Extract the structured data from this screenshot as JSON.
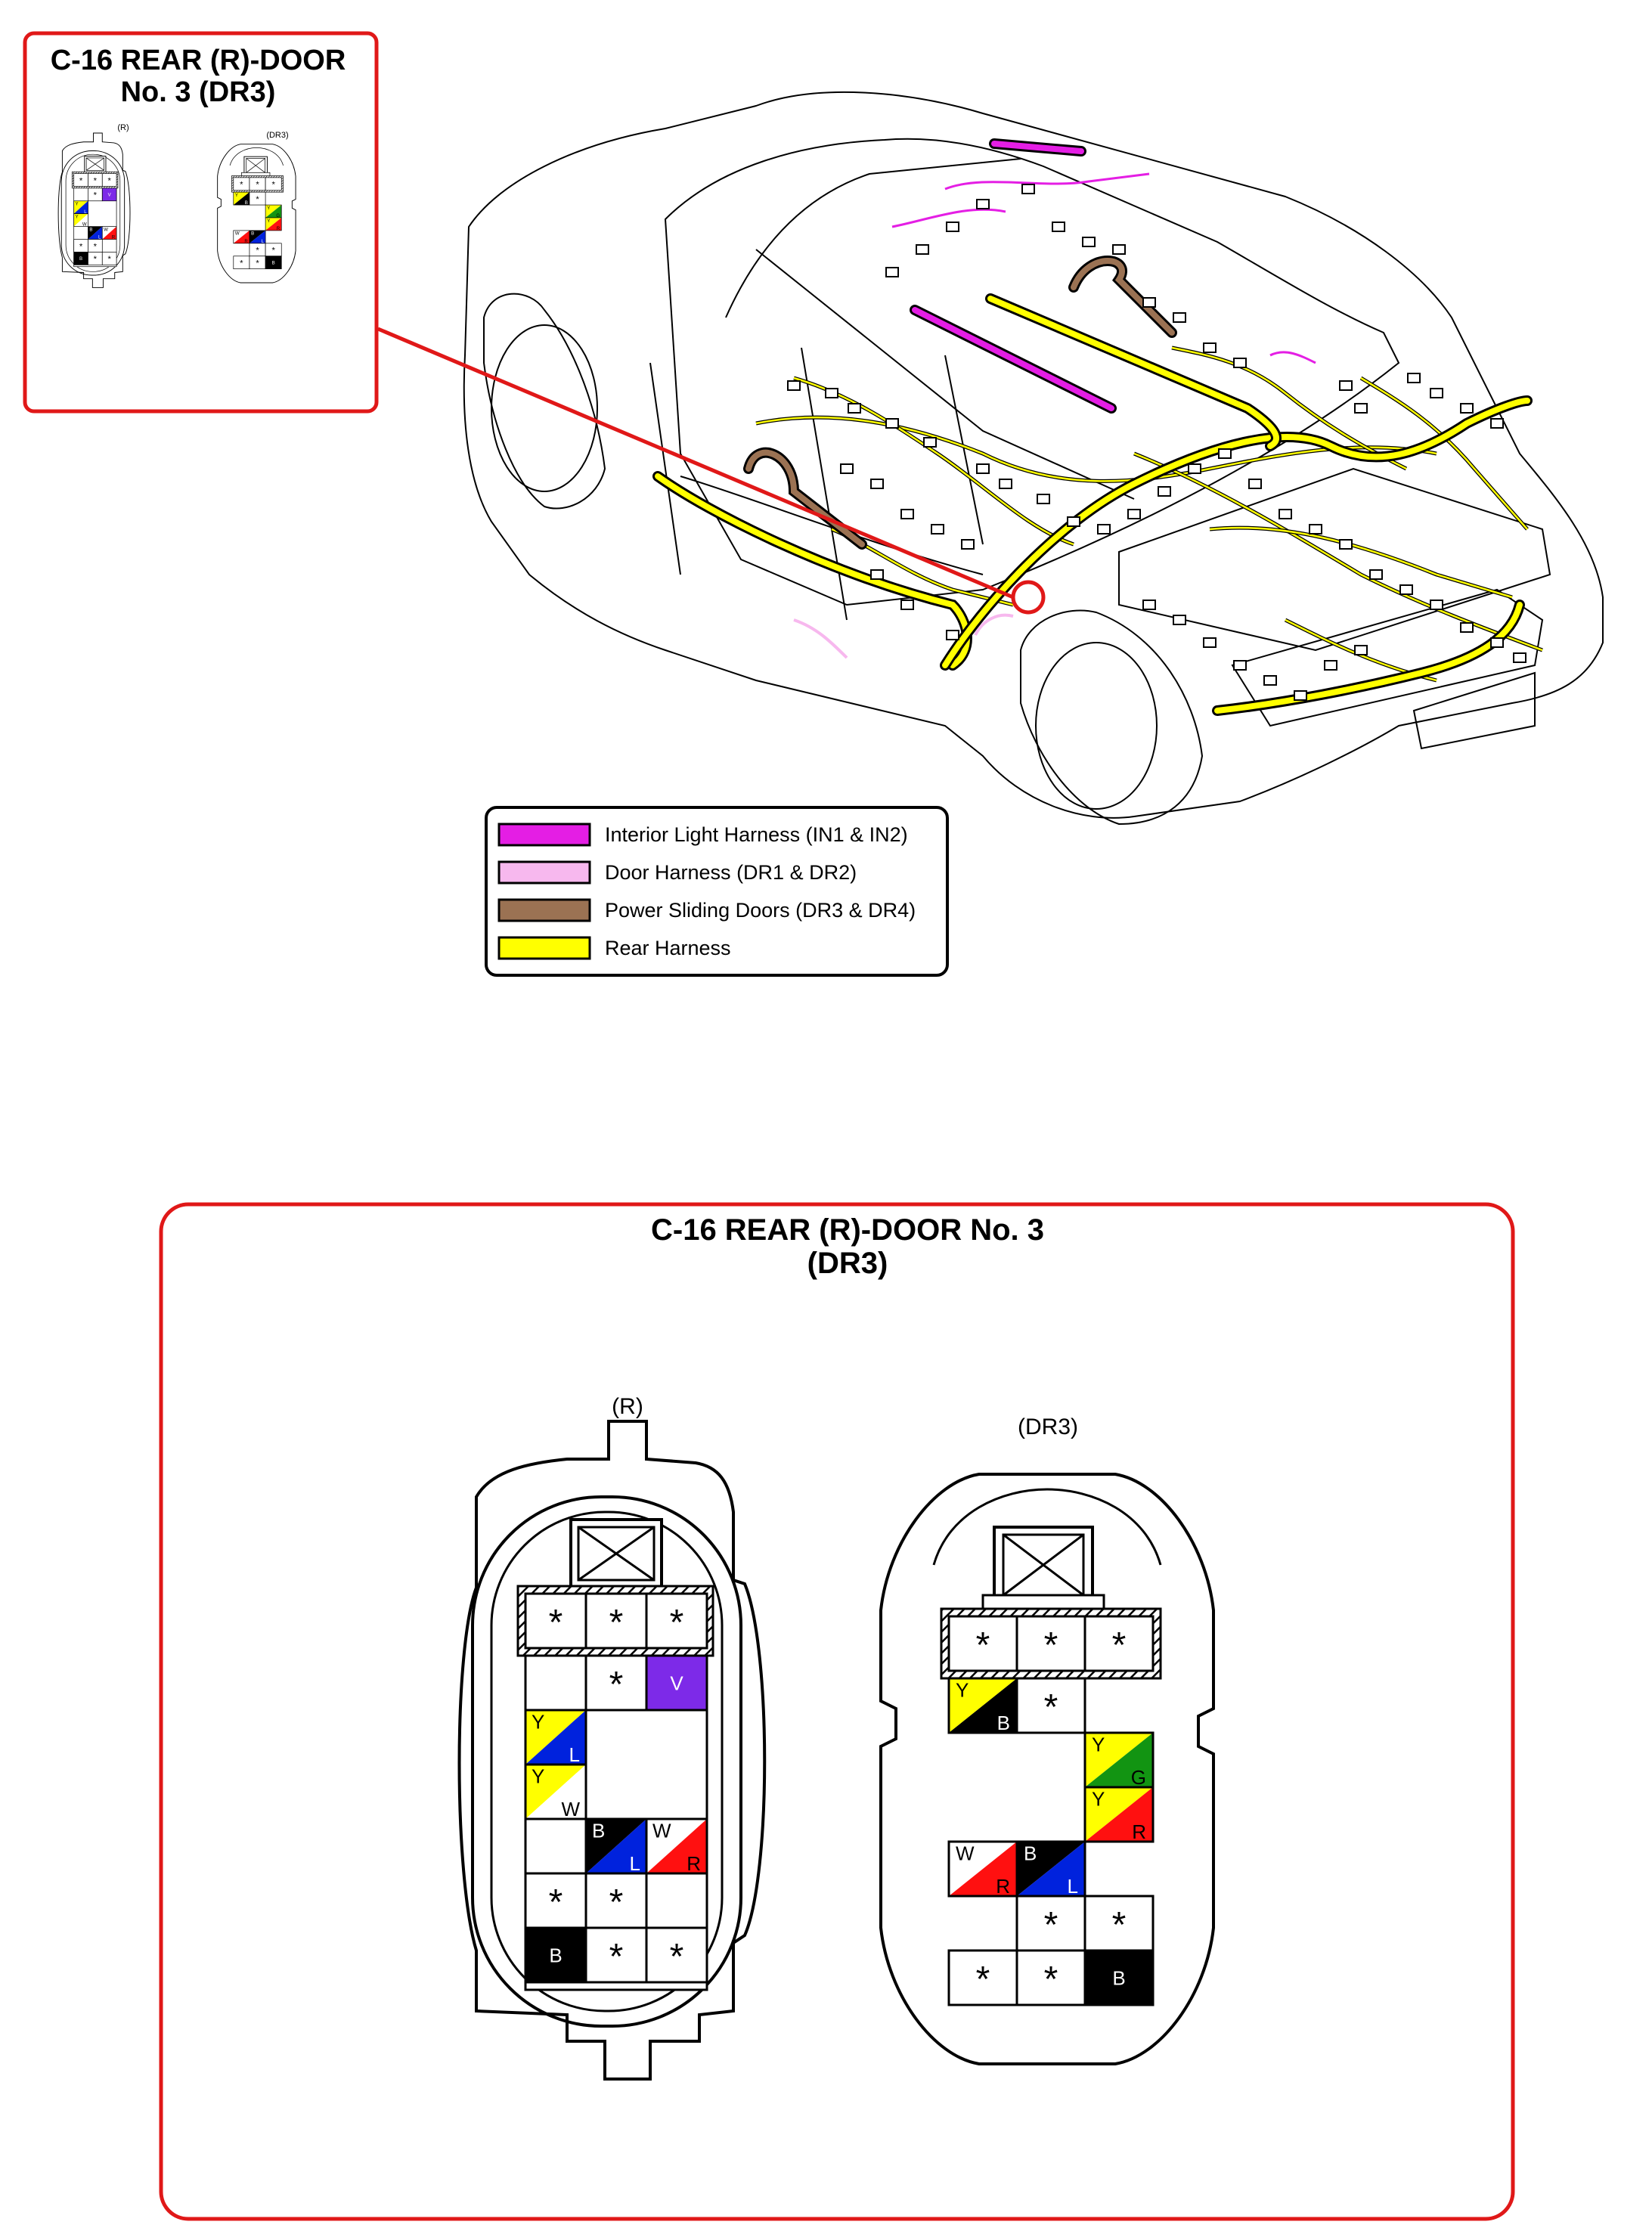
{
  "inset": {
    "title_line1": "C-16 REAR (R)-DOOR",
    "title_line2": "No. 3 (DR3)",
    "left_label": "(R)",
    "right_label": "(DR3)"
  },
  "legend": {
    "items": [
      {
        "label": "Interior Light Harness (IN1 & IN2)",
        "color": "#e41ee4"
      },
      {
        "label": "Door Harness (DR1 & DR2)",
        "color": "#f7b8ee"
      },
      {
        "label": "Power Sliding Doors (DR3 & DR4)",
        "color": "#9b7253"
      },
      {
        "label": "Rear Harness",
        "color": "#ffff00"
      }
    ]
  },
  "detail": {
    "title_line1": "C-16 REAR (R)-DOOR No. 3",
    "title_line2": "(DR3)",
    "left_label": "(R)",
    "right_label": "(DR3)"
  },
  "connector_R": {
    "cells": [
      {
        "row": 0,
        "col": 0,
        "type": "asterisk"
      },
      {
        "row": 0,
        "col": 1,
        "type": "asterisk"
      },
      {
        "row": 0,
        "col": 2,
        "type": "asterisk"
      },
      {
        "row": 1,
        "col": 1,
        "type": "asterisk"
      },
      {
        "row": 1,
        "col": 2,
        "type": "solid",
        "color": "#7d2ae8",
        "text": "V",
        "textColor": "#ffffff"
      },
      {
        "row": 2,
        "col": 0,
        "type": "split",
        "c1": "#ffff00",
        "c2": "#0022dd",
        "t1": "Y",
        "t2": "L"
      },
      {
        "row": 3,
        "col": 0,
        "type": "split",
        "c1": "#ffff00",
        "c2": "#ffffff",
        "t1": "Y",
        "t2": "W"
      },
      {
        "row": 4,
        "col": 1,
        "type": "split",
        "c1": "#000000",
        "c2": "#0022dd",
        "t1": "B",
        "t2": "L"
      },
      {
        "row": 4,
        "col": 2,
        "type": "split",
        "c1": "#ffffff",
        "c2": "#ff1010",
        "t1": "W",
        "t2": "R"
      },
      {
        "row": 5,
        "col": 0,
        "type": "asterisk"
      },
      {
        "row": 5,
        "col": 1,
        "type": "asterisk"
      },
      {
        "row": 6,
        "col": 0,
        "type": "solid",
        "color": "#000000",
        "text": "B",
        "textColor": "#ffffff"
      },
      {
        "row": 6,
        "col": 1,
        "type": "asterisk"
      },
      {
        "row": 6,
        "col": 2,
        "type": "asterisk"
      }
    ]
  },
  "connector_DR3": {
    "cells": [
      {
        "row": 0,
        "col": 0,
        "type": "asterisk"
      },
      {
        "row": 0,
        "col": 1,
        "type": "asterisk"
      },
      {
        "row": 0,
        "col": 2,
        "type": "asterisk"
      },
      {
        "row": 1,
        "col": 0,
        "type": "split",
        "c1": "#ffff00",
        "c2": "#000000",
        "t1": "Y",
        "t2": "B"
      },
      {
        "row": 1,
        "col": 1,
        "type": "asterisk"
      },
      {
        "row": 2,
        "col": 2,
        "type": "split",
        "c1": "#ffff00",
        "c2": "#129412",
        "t1": "Y",
        "t2": "G"
      },
      {
        "row": 3,
        "col": 2,
        "type": "split",
        "c1": "#ffff00",
        "c2": "#ff1010",
        "t1": "Y",
        "t2": "R"
      },
      {
        "row": 4,
        "col": 0,
        "type": "split",
        "c1": "#ffffff",
        "c2": "#ff1010",
        "t1": "W",
        "t2": "R"
      },
      {
        "row": 4,
        "col": 1,
        "type": "split",
        "c1": "#000000",
        "c2": "#0022dd",
        "t1": "B",
        "t2": "L"
      },
      {
        "row": 5,
        "col": 1,
        "type": "asterisk"
      },
      {
        "row": 5,
        "col": 2,
        "type": "asterisk"
      },
      {
        "row": 6,
        "col": 0,
        "type": "asterisk"
      },
      {
        "row": 6,
        "col": 1,
        "type": "asterisk"
      },
      {
        "row": 6,
        "col": 2,
        "type": "solid",
        "color": "#000000",
        "text": "B",
        "textColor": "#ffffff"
      }
    ]
  }
}
